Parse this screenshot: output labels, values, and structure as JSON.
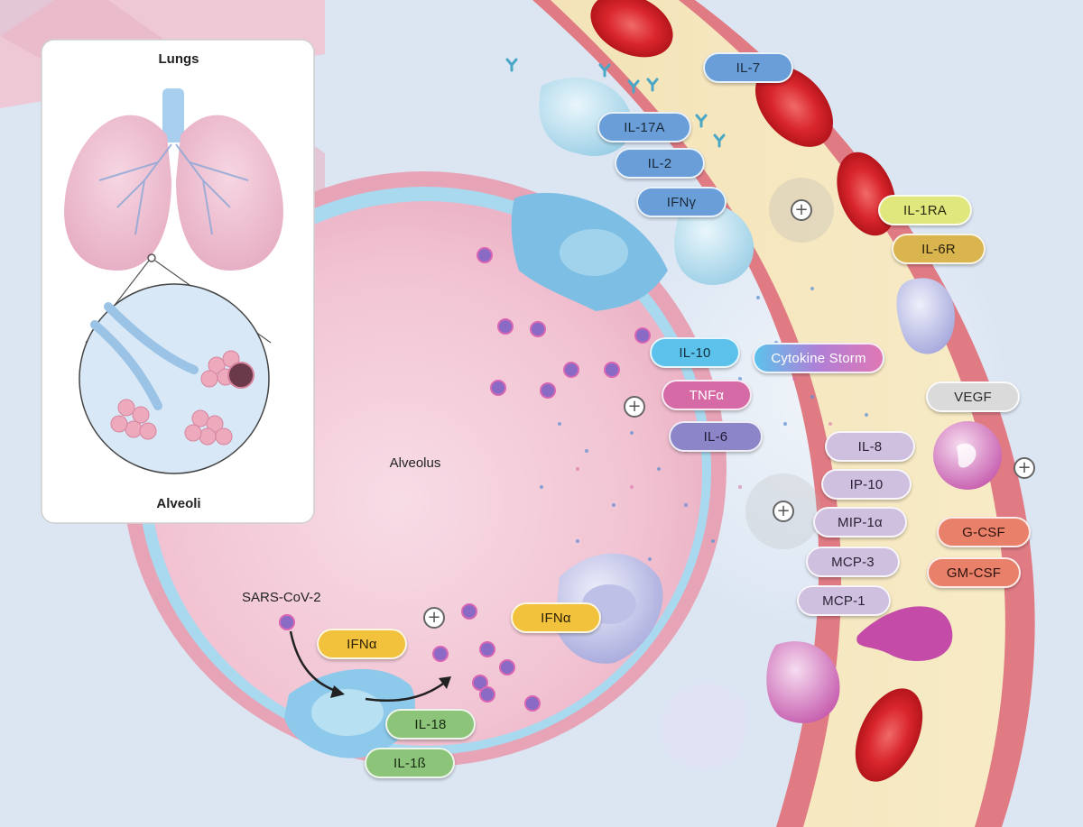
{
  "labels": {
    "lungs": "Lungs",
    "alveoli": "Alveoli",
    "alveolus": "Alveolus",
    "virus": "SARS-CoV-2"
  },
  "cytokines": [
    {
      "key": "il7",
      "text": "IL-7",
      "bg": "#6a9ed8",
      "fg": "#1b2a3a"
    },
    {
      "key": "il17a",
      "text": "IL-17A",
      "bg": "#6a9ed8",
      "fg": "#1b2a3a"
    },
    {
      "key": "il2",
      "text": "IL-2",
      "bg": "#6a9ed8",
      "fg": "#1b2a3a"
    },
    {
      "key": "ifng",
      "text": "IFNγ",
      "bg": "#6a9ed8",
      "fg": "#1b2a3a"
    },
    {
      "key": "il1ra",
      "text": "IL-1RA",
      "bg": "#dfe77d",
      "fg": "#2b2b10"
    },
    {
      "key": "il6r",
      "text": "IL-6R",
      "bg": "#d9b44f",
      "fg": "#2b220a"
    },
    {
      "key": "il10",
      "text": "IL-10",
      "bg": "#5cc2ec",
      "fg": "#12303d"
    },
    {
      "key": "storm",
      "text": "Cytokine Storm",
      "bg": "linear-gradient(90deg,#5cc2ec,#b07fd6,#e078b5)",
      "fg": "#ffffff"
    },
    {
      "key": "tnfa",
      "text": "TNFα",
      "bg": "#d66aa6",
      "fg": "#ffffff"
    },
    {
      "key": "il6",
      "text": "IL-6",
      "bg": "#8c86c8",
      "fg": "#1d1b33"
    },
    {
      "key": "vegf",
      "text": "VEGF",
      "bg": "#dadada",
      "fg": "#2a2a2a"
    },
    {
      "key": "il8",
      "text": "IL-8",
      "bg": "#cfc0e0",
      "fg": "#2a2335"
    },
    {
      "key": "ip10",
      "text": "IP-10",
      "bg": "#cfc0e0",
      "fg": "#2a2335"
    },
    {
      "key": "mip1a",
      "text": "MIP-1α",
      "bg": "#cfc0e0",
      "fg": "#2a2335"
    },
    {
      "key": "mcp3",
      "text": "MCP-3",
      "bg": "#cfc0e0",
      "fg": "#2a2335"
    },
    {
      "key": "mcp1",
      "text": "MCP-1",
      "bg": "#cfc0e0",
      "fg": "#2a2335"
    },
    {
      "key": "gcsf",
      "text": "G-CSF",
      "bg": "#e9806a",
      "fg": "#2e130d"
    },
    {
      "key": "gmcsf",
      "text": "GM-CSF",
      "bg": "#e9806a",
      "fg": "#2e130d"
    },
    {
      "key": "ifna1",
      "text": "IFNα",
      "bg": "#f2c23c",
      "fg": "#2e2208"
    },
    {
      "key": "ifna2",
      "text": "IFNα",
      "bg": "#f2c23c",
      "fg": "#2e2208"
    },
    {
      "key": "il18",
      "text": "IL-18",
      "bg": "#8cc47a",
      "fg": "#182a12"
    },
    {
      "key": "il1b",
      "text": "IL-1ß",
      "bg": "#8cc47a",
      "fg": "#182a12"
    }
  ]
}
